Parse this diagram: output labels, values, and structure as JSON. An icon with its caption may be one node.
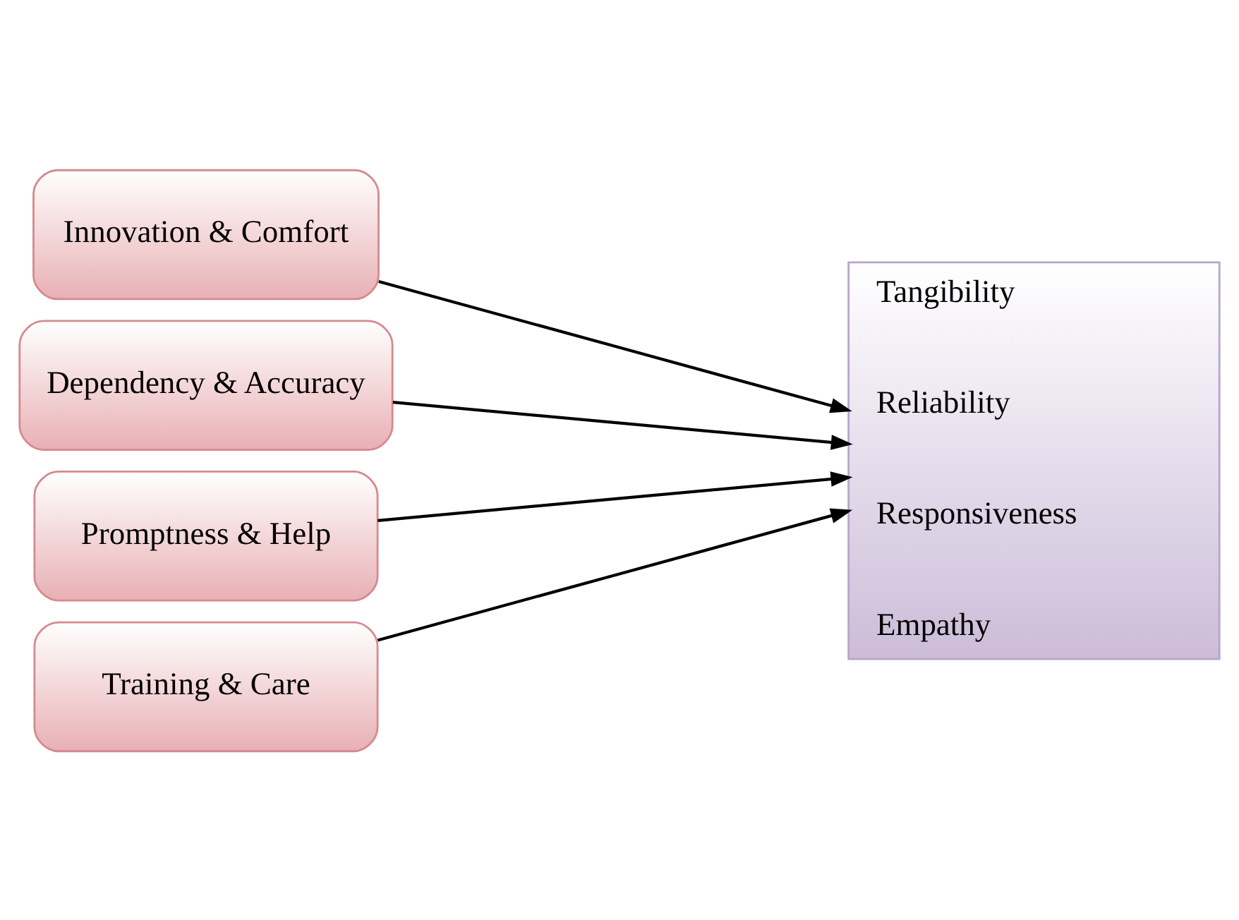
{
  "diagram": {
    "nodes": [
      {
        "text": [
          "Innovation & Comfort"
        ]
      },
      {
        "text": [
          "Dependency & Accuracy"
        ]
      },
      {
        "text": [
          "Promptness & Help"
        ]
      },
      {
        "text": [
          "Training & Care"
        ]
      },
      {
        "text": [
          "Tangibility",
          "Reliability",
          "Responsiveness",
          "Empathy"
        ]
      }
    ],
    "edges": [
      {
        "from": 0,
        "to": 4,
        "arrow": "to"
      },
      {
        "from": 1,
        "to": 4,
        "arrow": "to"
      },
      {
        "from": 2,
        "to": 4,
        "arrow": "to"
      },
      {
        "from": 3,
        "to": 4,
        "arrow": "to"
      }
    ]
  }
}
